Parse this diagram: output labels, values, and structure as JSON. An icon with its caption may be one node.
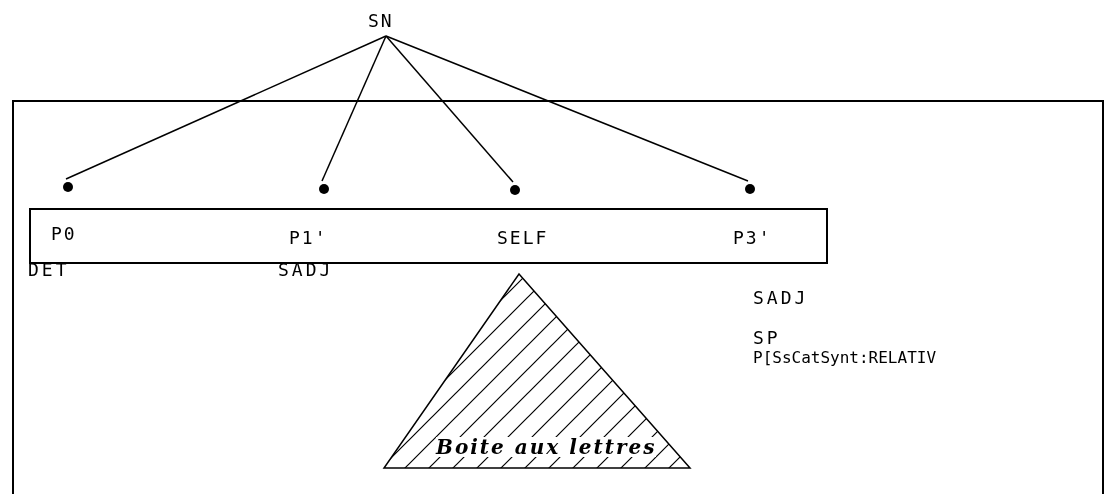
{
  "diagram": {
    "nodes": [
      {
        "text": [
          "SN"
        ]
      },
      {
        "text": [],
        "shape": "box"
      },
      {
        "text": [
          "P0",
          "P1'",
          "SELF",
          "P3'"
        ],
        "in": 1
      },
      {
        "text": [],
        "shape": "circle",
        "in": 1
      },
      {
        "text": [],
        "shape": "circle",
        "in": 1
      },
      {
        "text": [],
        "shape": "circle",
        "in": 1
      },
      {
        "text": [],
        "shape": "circle",
        "in": 1
      },
      {
        "text": [
          "Boite aux lettres"
        ],
        "in": 1
      }
    ],
    "edges": [
      {
        "from": 0,
        "to": 3,
        "arrow": "none"
      },
      {
        "from": 0,
        "to": 4,
        "arrow": "none"
      },
      {
        "from": 0,
        "to": 5,
        "arrow": "none"
      },
      {
        "from": 0,
        "to": 6,
        "arrow": "none"
      }
    ],
    "labels": [
      "DET",
      "SADJ",
      "SADJ",
      "SP",
      "P[SsCatSynt:RELATIV"
    ]
  }
}
